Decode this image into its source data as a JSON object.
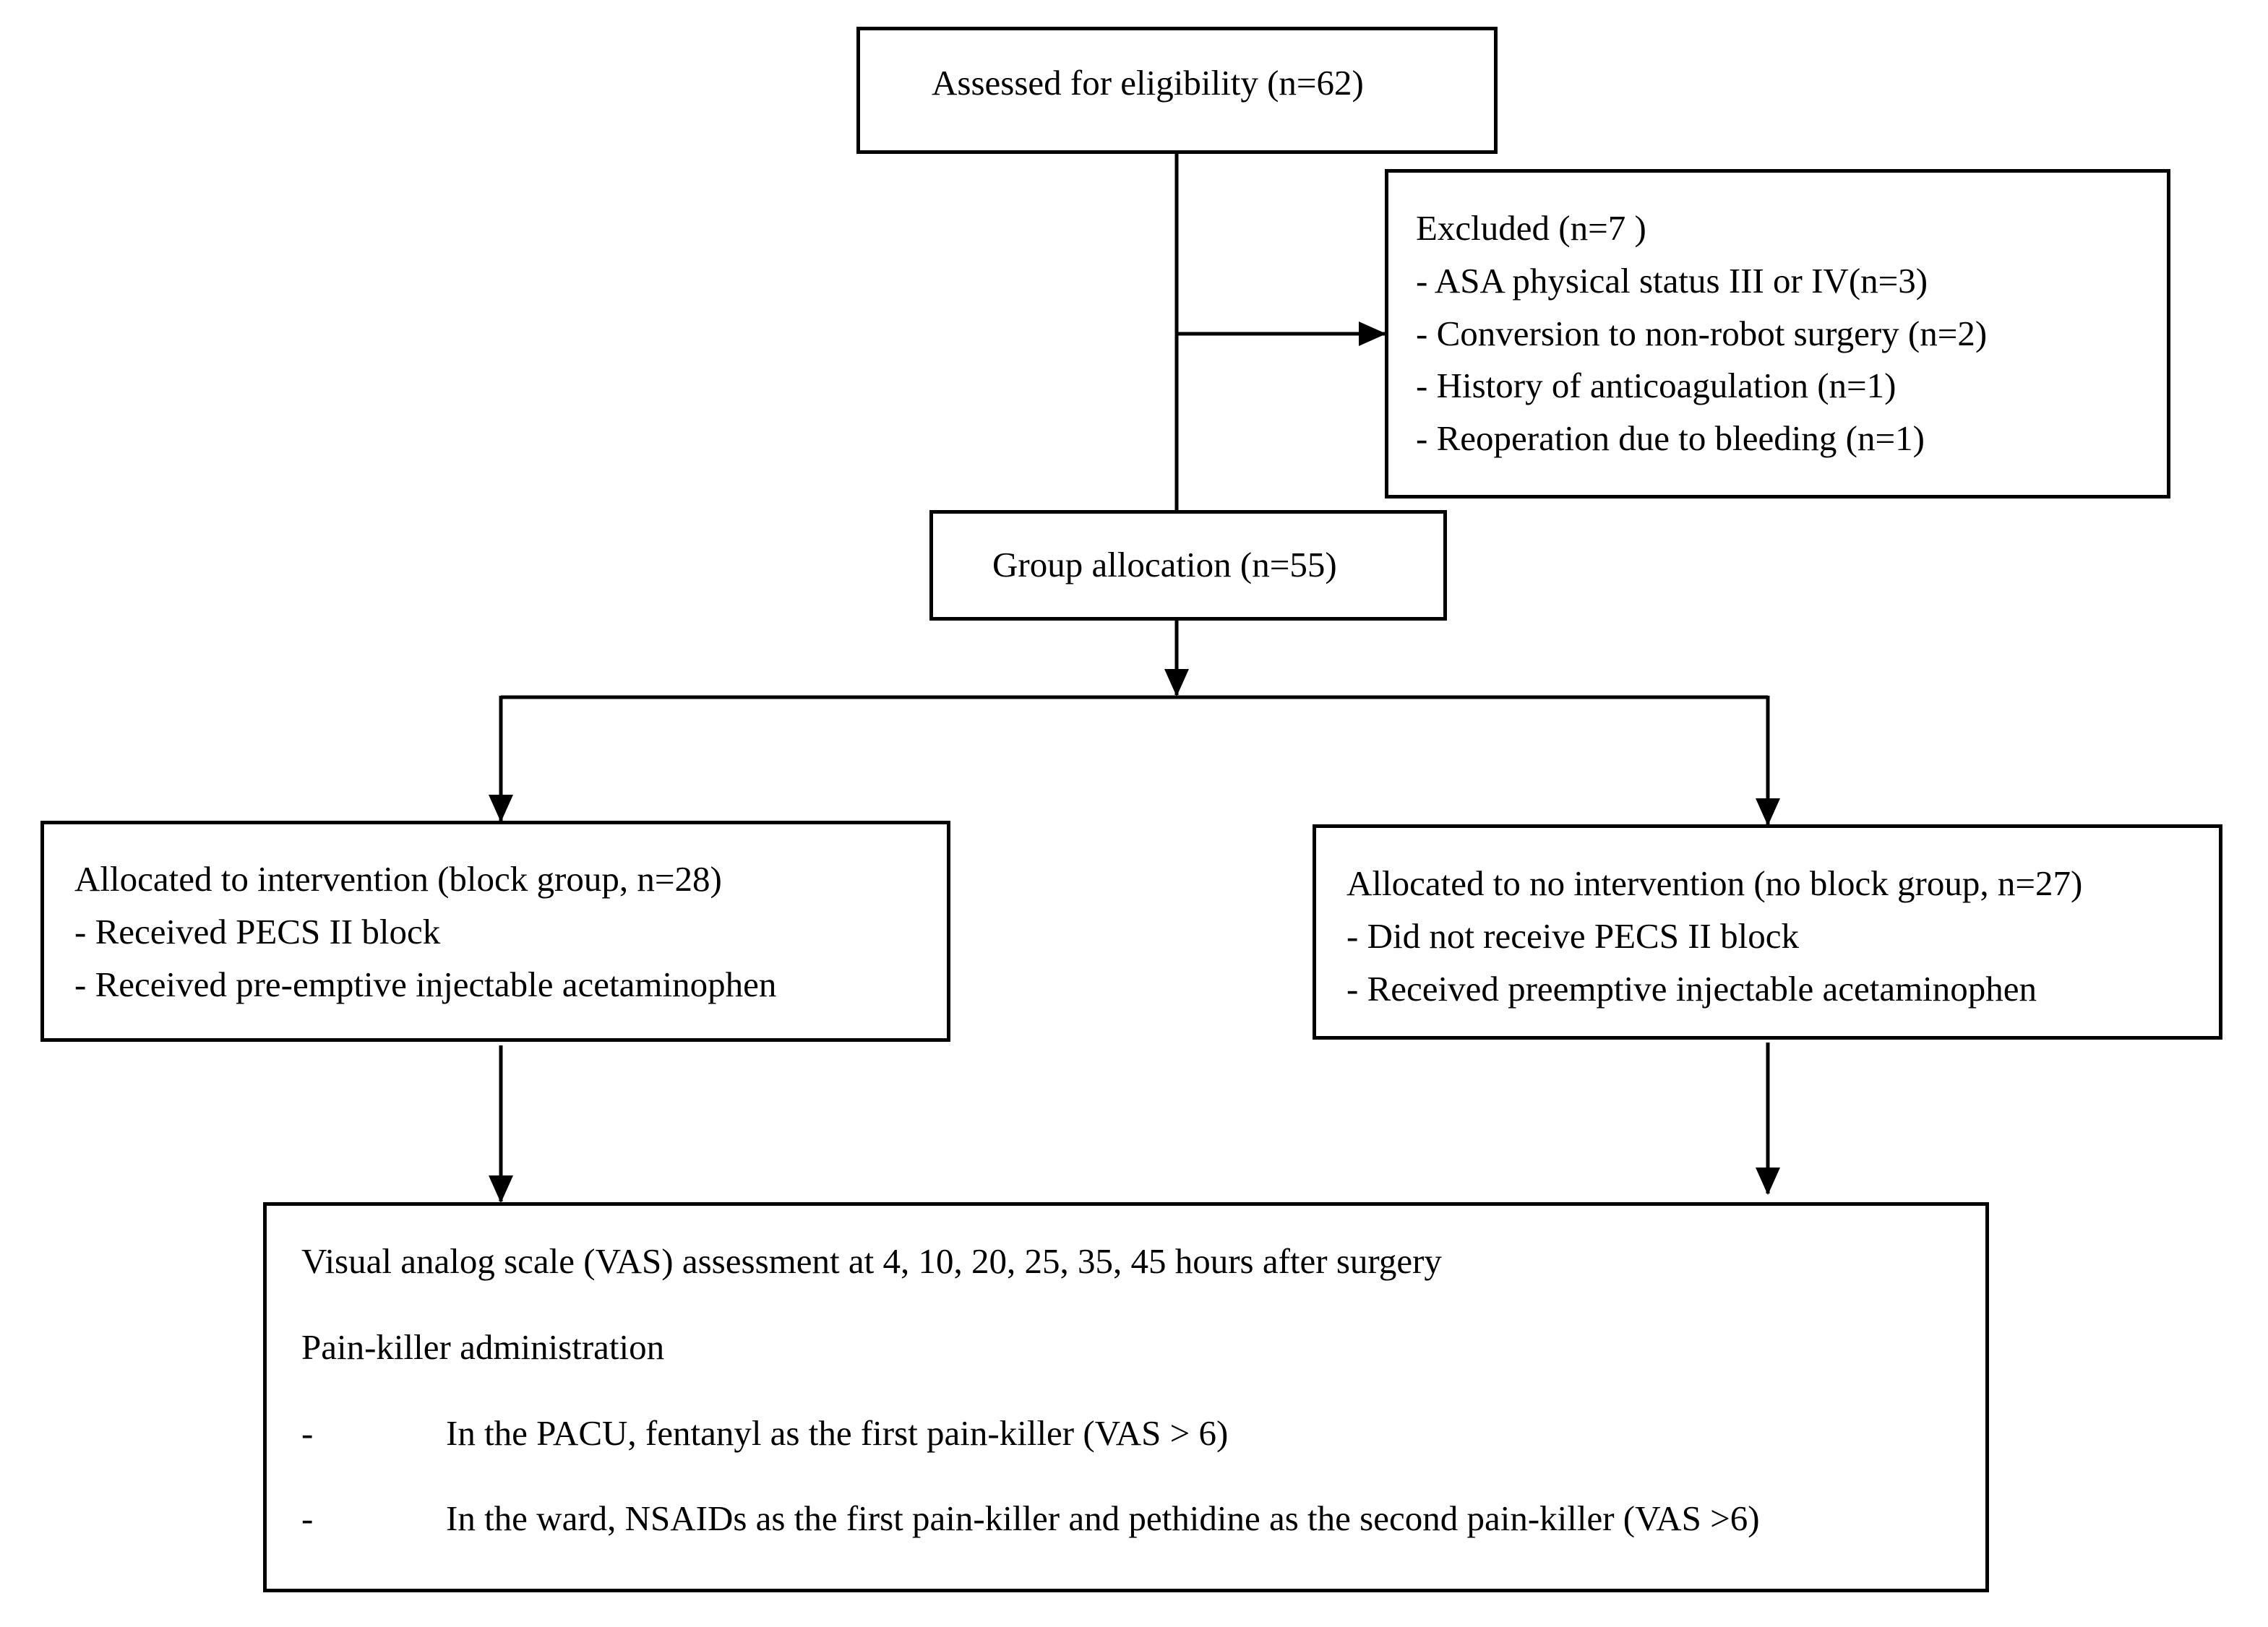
{
  "nodes": {
    "eligibility": {
      "text": "Assessed for eligibility (n=62)"
    },
    "excluded": {
      "lines": [
        "Excluded  (n=7 )",
        "- ASA physical status III or IV(n=3)",
        "- Conversion to non-robot surgery  (n=2)",
        "- History of anticoagulation (n=1)",
        "- Reoperation due to bleeding (n=1)"
      ]
    },
    "allocation": {
      "text": "Group allocation (n=55)"
    },
    "block_group": {
      "lines": [
        "Allocated to intervention (block group, n=28)",
        "- Received PECS II block",
        "- Received pre-emptive injectable acetaminophen"
      ]
    },
    "no_block_group": {
      "lines": [
        "Allocated to no intervention (no block group, n=27)",
        "- Did not receive PECS II block",
        "- Received preemptive injectable acetaminophen"
      ]
    },
    "assessment": {
      "line1": "Visual analog scale (VAS) assessment at 4, 10, 20, 25, 35, 45 hours after surgery",
      "line2": "Pain-killer administration",
      "bullets": [
        {
          "marker": "-",
          "text": "In the PACU, fentanyl as the first pain-killer (VAS > 6)"
        },
        {
          "marker": "-",
          "text": "In the ward, NSAIDs as the first pain-killer and pethidine as the second pain-killer (VAS >6)"
        }
      ]
    }
  },
  "edges": [
    {
      "from": "eligibility",
      "to": "allocation"
    },
    {
      "from": "eligibility",
      "to": "excluded"
    },
    {
      "from": "allocation",
      "to": "block_group"
    },
    {
      "from": "allocation",
      "to": "no_block_group"
    },
    {
      "from": "block_group",
      "to": "assessment"
    },
    {
      "from": "no_block_group",
      "to": "assessment"
    }
  ]
}
